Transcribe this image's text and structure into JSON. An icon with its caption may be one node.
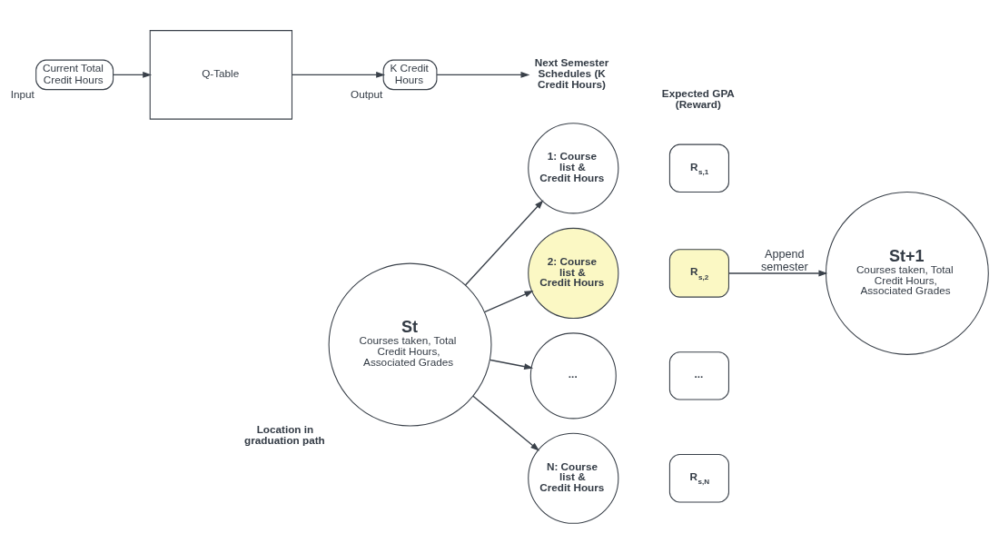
{
  "diagram": {
    "nodes": [
      {
        "text": [
          "Current Total Credit Hours"
        ],
        "beside": [
          "Input"
        ]
      },
      {
        "text": [
          "Q-Table"
        ]
      },
      {
        "text": [
          "K Credit Hours"
        ],
        "beside": [
          "Output"
        ]
      },
      {
        "text": [
          "Next Semester Schedules (K Credit Hours)"
        ]
      },
      {
        "text": [
          "St",
          "Courses taken, Total Credit Hours, Associated Grades"
        ],
        "beside": [
          "Location in graduation path"
        ]
      },
      {
        "text": [
          "1: Course list & Credit Hours"
        ]
      },
      {
        "text": [
          "R$_{s,1}$"
        ]
      },
      {
        "text": [
          "2: Course list & Credit Hours"
        ]
      },
      {
        "text": [
          "R$_{s,2}$"
        ]
      },
      {
        "text": [
          "..."
        ]
      },
      {
        "text": [
          "..."
        ]
      },
      {
        "text": [
          "N: Course list & Credit Hours"
        ]
      },
      {
        "text": [
          "R$_{s,N}$"
        ]
      },
      {
        "text": [
          "St+1",
          "Courses taken, Total Credit Hours, Associated Grades"
        ]
      }
    ],
    "edges": [
      {
        "from": 0,
        "to": 1,
        "arrow": "to"
      },
      {
        "from": 1,
        "to": 2,
        "arrow": "to"
      },
      {
        "from": 2,
        "to": 3,
        "arrow": "to"
      },
      {
        "from": 4,
        "to": 5,
        "arrow": "to"
      },
      {
        "from": 4,
        "to": 7,
        "arrow": "to"
      },
      {
        "from": 4,
        "to": 9,
        "arrow": "to"
      },
      {
        "from": 4,
        "to": 11,
        "arrow": "to"
      },
      {
        "from": 8,
        "to": 13,
        "arrow": "to",
        "label": "Append semester"
      }
    ],
    "labels": [
      "Expected GPA (Reward)"
    ]
  }
}
